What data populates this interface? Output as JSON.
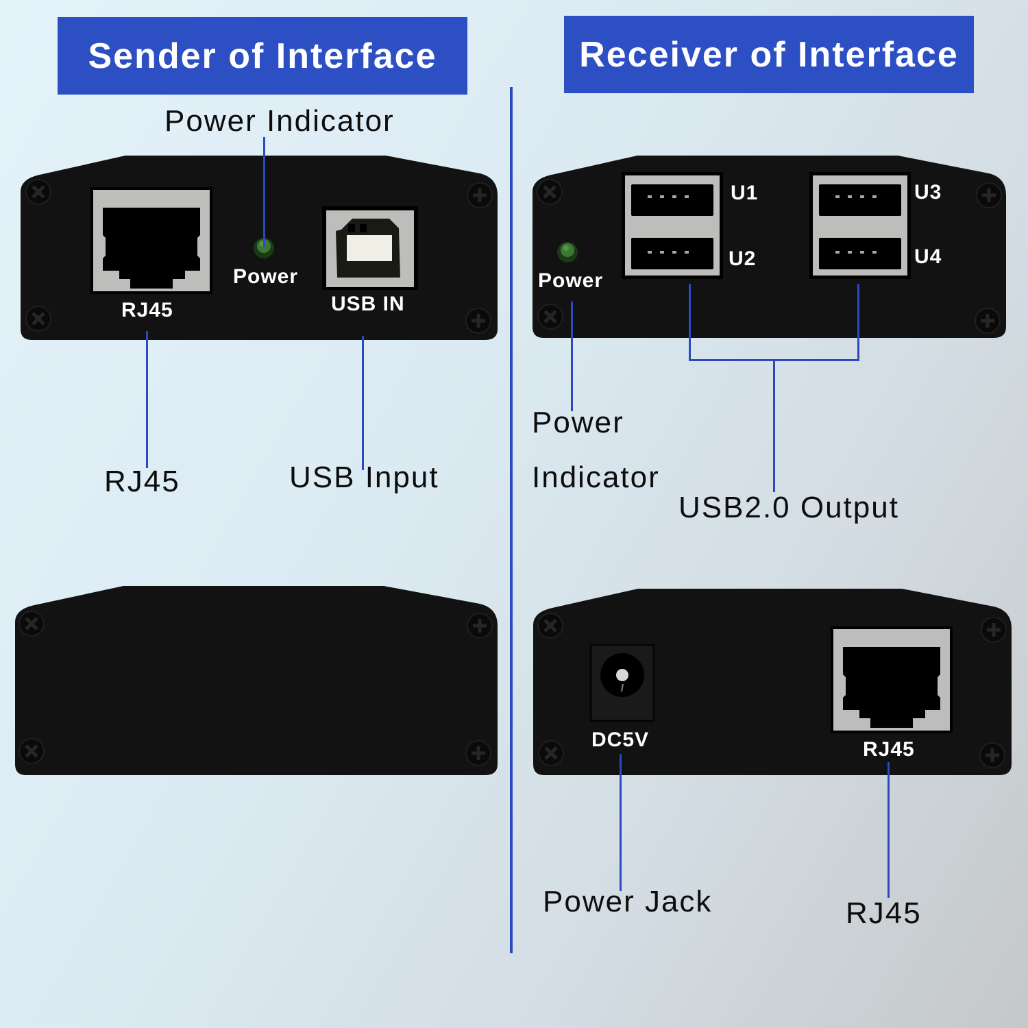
{
  "sender": {
    "title": "Sender of Interface",
    "top_callout": "Power Indicator",
    "panel_labels": {
      "rj45": "RJ45",
      "power": "Power",
      "usb_in": "USB IN"
    },
    "callouts": {
      "rj45": "RJ45",
      "usb_input": "USB Input"
    }
  },
  "receiver": {
    "title": "Receiver of Interface",
    "panel_labels": {
      "power": "Power",
      "u1": "U1",
      "u2": "U2",
      "u3": "U3",
      "u4": "U4",
      "dc5v": "DC5V",
      "rj45": "RJ45"
    },
    "callouts": {
      "power_line1": "Power",
      "power_line2": "Indicator",
      "usb_output": "USB2.0 Output",
      "power_jack": "Power Jack",
      "rj45": "RJ45"
    }
  },
  "colors": {
    "accent_blue": "#2d4fc4",
    "device_body": "#111111",
    "port_gray": "#bdbdbb",
    "led_green": "#2f6b2a"
  }
}
